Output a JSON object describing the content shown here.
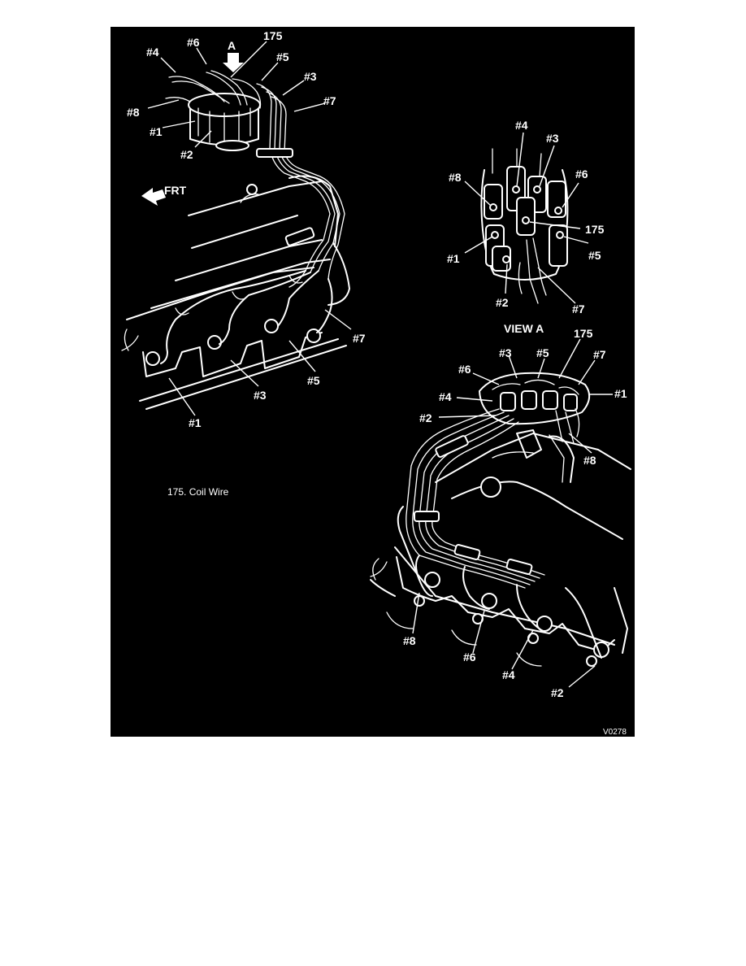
{
  "figure": {
    "background_color": "#000000",
    "line_color": "#ffffff",
    "page_color": "#ffffff",
    "left_view": {
      "labels": {
        "c4": "#4",
        "c6": "#6",
        "arrow_a": "A",
        "coil": "175",
        "c5": "#5",
        "c3_top": "#3",
        "c7_top": "#7",
        "c8": "#8",
        "c1_top": "#1",
        "c2": "#2",
        "frt": "FRT",
        "c7_bottom": "#7",
        "c5_bottom": "#5",
        "c3_bottom": "#3",
        "c1_bottom": "#1"
      }
    },
    "view_a": {
      "labels": {
        "c4": "#4",
        "c3": "#3",
        "c8": "#8",
        "c6": "#6",
        "coil": "175",
        "c1": "#1",
        "c5": "#5",
        "c2": "#2",
        "c7": "#7"
      },
      "title": "VIEW A"
    },
    "right_view": {
      "labels": {
        "coil": "175",
        "c3": "#3",
        "c5": "#5",
        "c7": "#7",
        "c6": "#6",
        "c4": "#4",
        "c1": "#1",
        "c2": "#2",
        "c8_top": "#8",
        "c8_bottom": "#8",
        "c6_bottom": "#6",
        "c4_bottom": "#4",
        "c2_bottom": "#2"
      }
    },
    "legend": "175.  Coil Wire",
    "figure_code": "V0278"
  }
}
